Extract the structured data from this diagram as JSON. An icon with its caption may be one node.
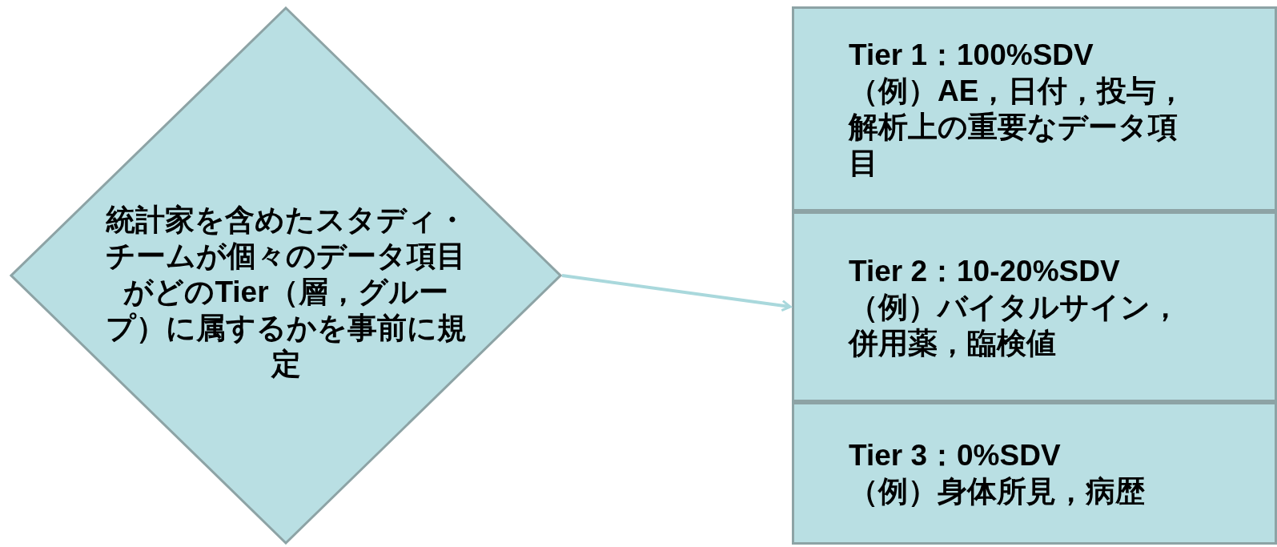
{
  "diagram": {
    "nodes": [
      {
        "text": [
          "統計家を含めたスタディ・チームが個々のデータ項目がどのTier（層，グループ）に属するかを事前に規定"
        ]
      },
      {
        "text": [
          "Tier 1：100%SDV",
          "（例）AE，日付，投与，解析上の重要なデータ項目"
        ]
      },
      {
        "text": [
          "Tier 2：10-20%SDV",
          "（例）バイタルサイン，併用薬，臨検値"
        ]
      },
      {
        "text": [
          "Tier 3：0%SDV",
          "（例）身体所見，病歴"
        ]
      }
    ],
    "edges": [
      {
        "from": 0,
        "to": 2,
        "arrow": "to"
      }
    ]
  }
}
